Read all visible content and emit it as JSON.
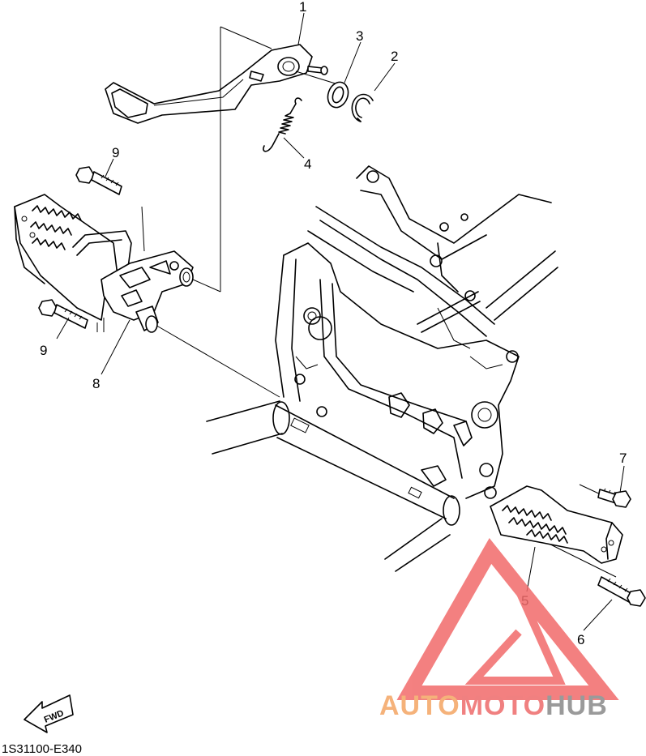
{
  "diagram": {
    "callouts": [
      {
        "id": "1",
        "label": "1"
      },
      {
        "id": "2",
        "label": "2"
      },
      {
        "id": "3",
        "label": "3"
      },
      {
        "id": "4",
        "label": "4"
      },
      {
        "id": "5",
        "label": "5"
      },
      {
        "id": "6",
        "label": "6"
      },
      {
        "id": "7",
        "label": "7"
      },
      {
        "id": "8",
        "label": "8"
      },
      {
        "id": "9a",
        "label": "9"
      },
      {
        "id": "9b",
        "label": "9"
      }
    ],
    "direction_arrow": "FWD",
    "figure_code": "1S31100-E340"
  },
  "watermark": {
    "part1": "AUTO",
    "part2": "MOTO",
    "part3": "HUB",
    "colors": {
      "auto": "#f5b27a",
      "moto": "#f08080",
      "hub": "#9a9a9a",
      "triangle": "#f26b6b"
    }
  }
}
